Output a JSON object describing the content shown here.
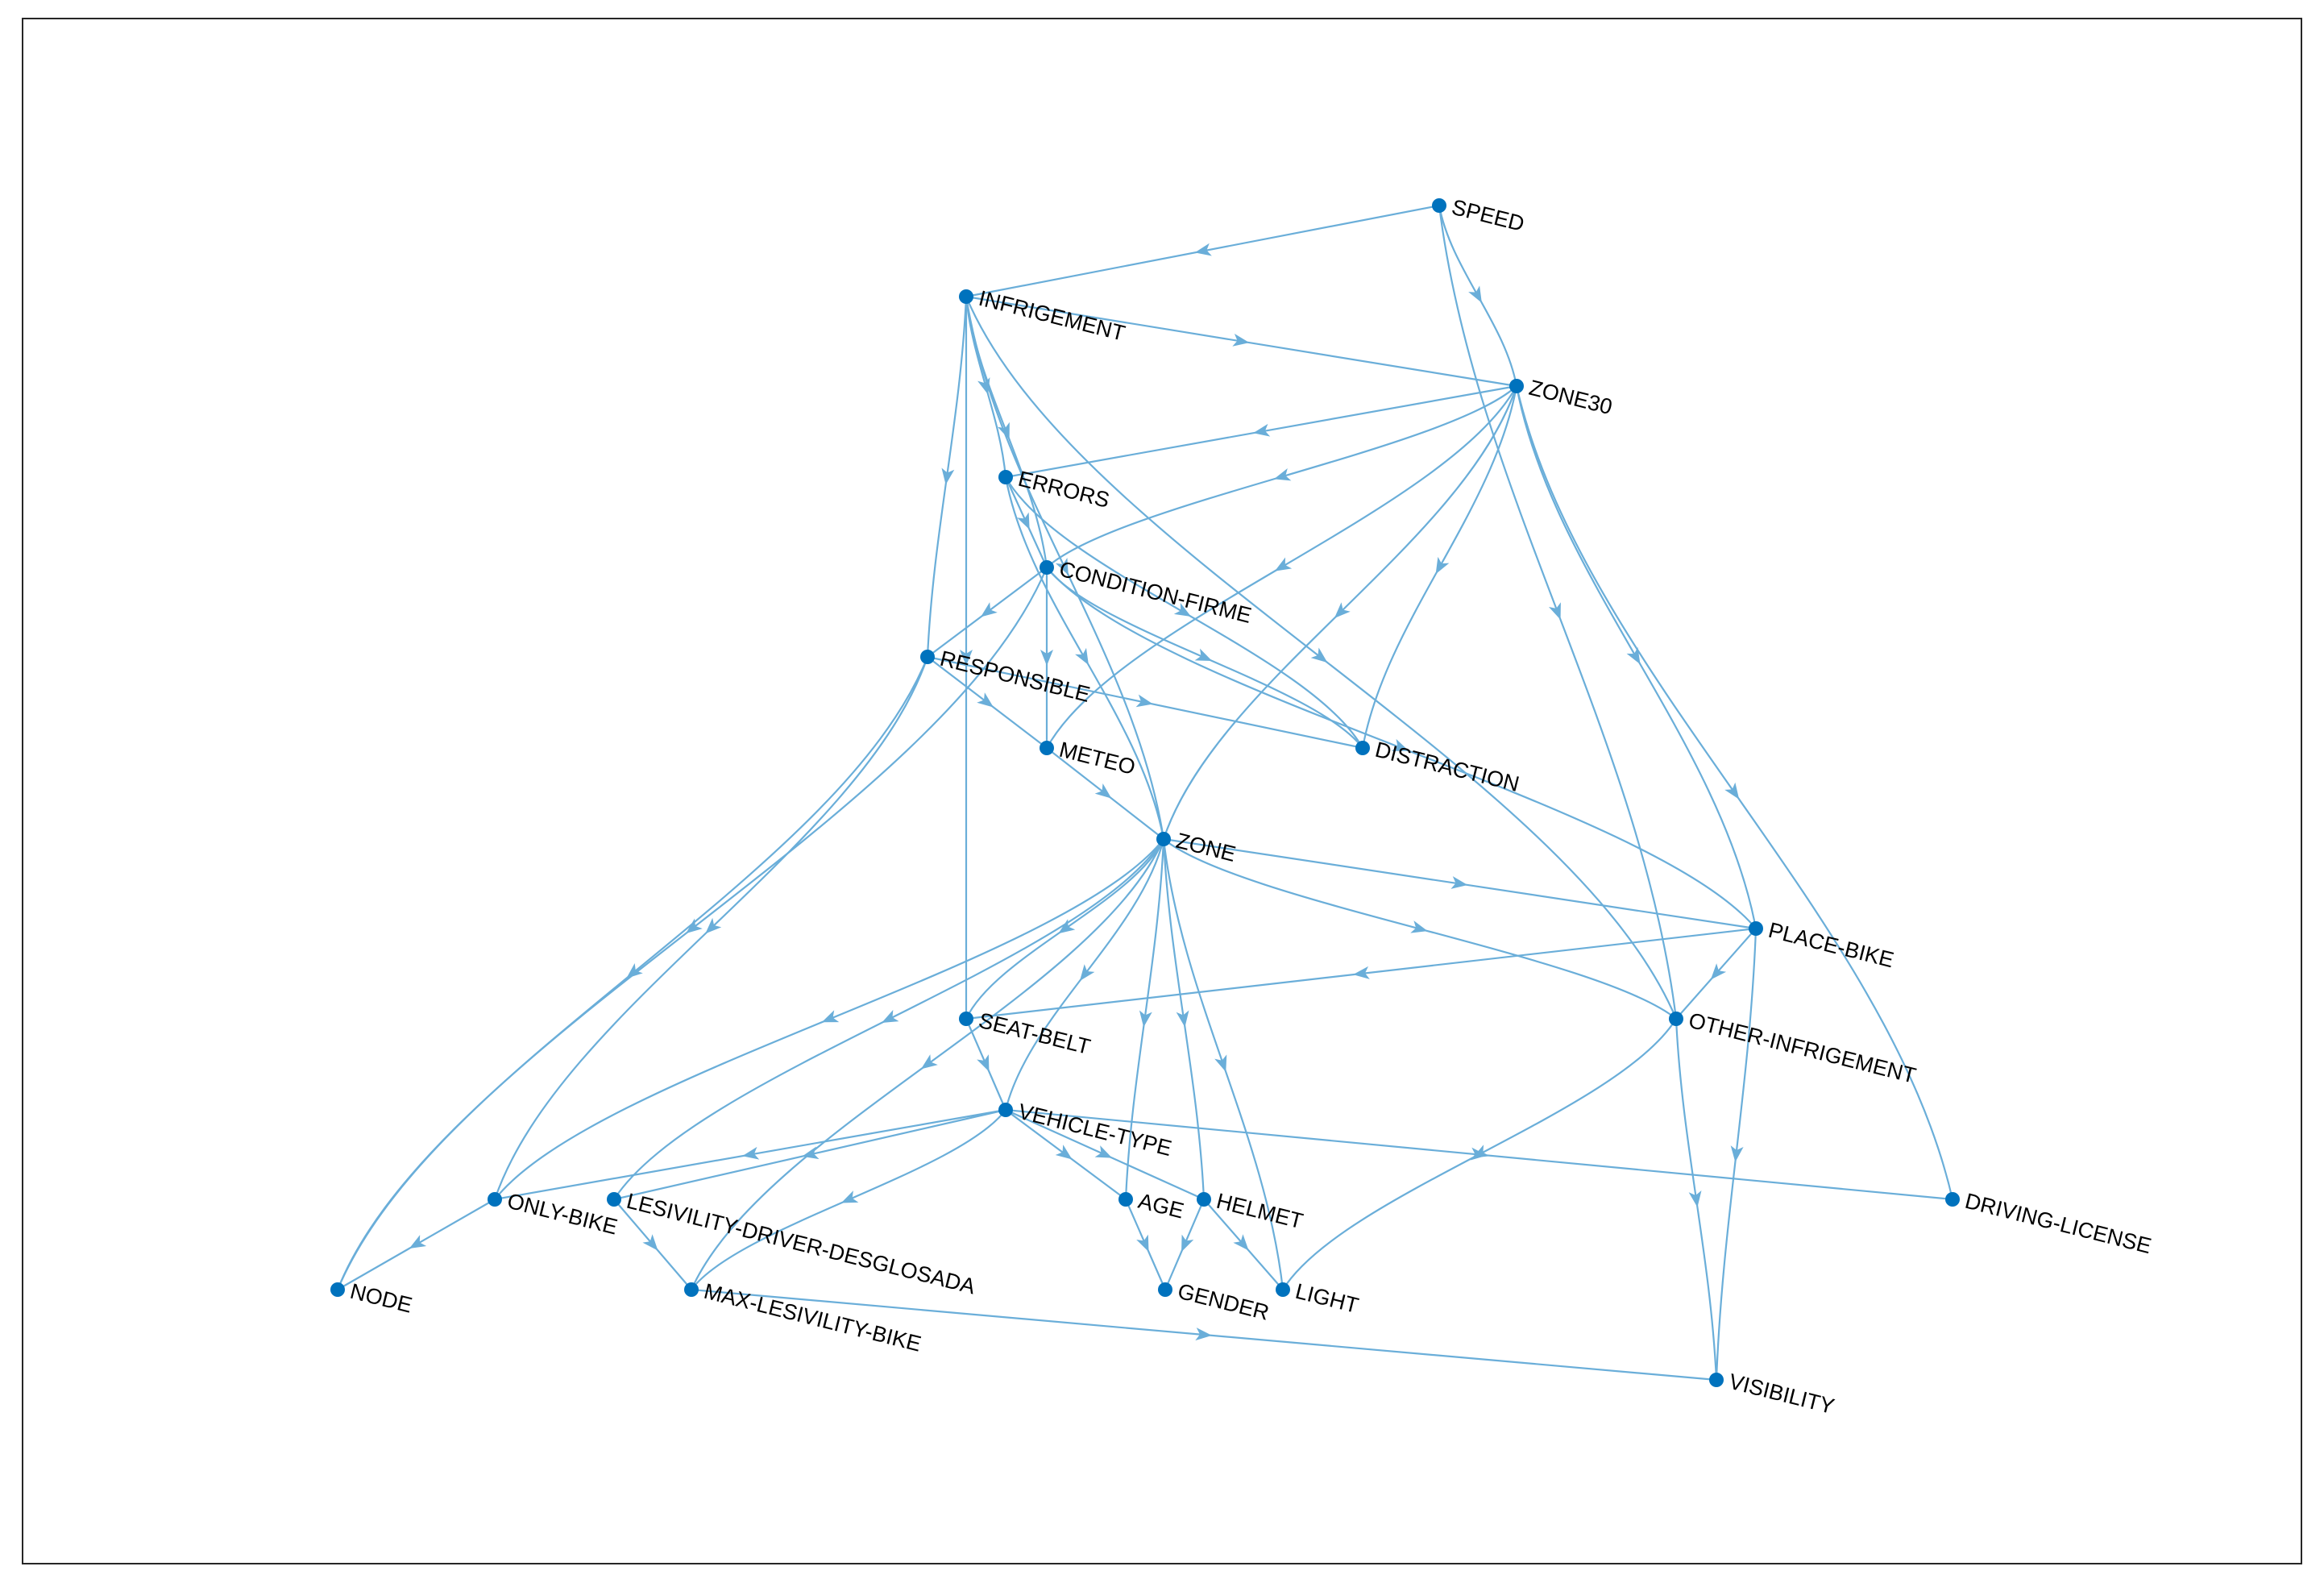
{
  "graph": {
    "colors": {
      "node": "#0072BD",
      "edge": "#6AAED9",
      "label": "#000000",
      "frame": "#262626"
    },
    "nodes": [
      {
        "id": "SPEED",
        "label": "SPEED"
      },
      {
        "id": "INFRIGEMENT",
        "label": "INFRIGEMENT"
      },
      {
        "id": "ZONE30",
        "label": "ZONE30"
      },
      {
        "id": "ERRORS",
        "label": "ERRORS"
      },
      {
        "id": "CONDITION-FIRME",
        "label": "CONDITION-FIRME"
      },
      {
        "id": "RESPONSIBLE",
        "label": "RESPONSIBLE"
      },
      {
        "id": "METEO",
        "label": "METEO"
      },
      {
        "id": "DISTRACTION",
        "label": "DISTRACTION"
      },
      {
        "id": "ZONE",
        "label": "ZONE"
      },
      {
        "id": "PLACE-BIKE",
        "label": "PLACE-BIKE"
      },
      {
        "id": "SEAT-BELT",
        "label": "SEAT-BELT"
      },
      {
        "id": "OTHER-INFRIGEMENT",
        "label": "OTHER-INFRIGEMENT"
      },
      {
        "id": "VEHICLE-TYPE",
        "label": "VEHICLE-TYPE"
      },
      {
        "id": "ONLY-BIKE",
        "label": "ONLY-BIKE"
      },
      {
        "id": "LESIVILITY-DRIVER-DESGLOSADA",
        "label": "LESIVILITY-DRIVER-DESGLOSADA"
      },
      {
        "id": "AGE",
        "label": "AGE"
      },
      {
        "id": "HELMET",
        "label": "HELMET"
      },
      {
        "id": "DRIVING-LICENSE",
        "label": "DRIVING-LICENSE"
      },
      {
        "id": "NODE",
        "label": "NODE"
      },
      {
        "id": "MAX-LESIVILITY-BIKE",
        "label": "MAX-LESIVILITY-BIKE"
      },
      {
        "id": "GENDER",
        "label": "GENDER"
      },
      {
        "id": "LIGHT",
        "label": "LIGHT"
      },
      {
        "id": "VISIBILITY",
        "label": "VISIBILITY"
      }
    ],
    "edges": [
      [
        "SPEED",
        "INFRIGEMENT"
      ],
      [
        "SPEED",
        "ZONE30"
      ],
      [
        "SPEED",
        "OTHER-INFRIGEMENT"
      ],
      [
        "INFRIGEMENT",
        "ZONE30"
      ],
      [
        "INFRIGEMENT",
        "ERRORS"
      ],
      [
        "INFRIGEMENT",
        "CONDITION-FIRME"
      ],
      [
        "INFRIGEMENT",
        "RESPONSIBLE"
      ],
      [
        "INFRIGEMENT",
        "ZONE"
      ],
      [
        "INFRIGEMENT",
        "SEAT-BELT"
      ],
      [
        "INFRIGEMENT",
        "OTHER-INFRIGEMENT"
      ],
      [
        "ZONE30",
        "ERRORS"
      ],
      [
        "ZONE30",
        "CONDITION-FIRME"
      ],
      [
        "ZONE30",
        "METEO"
      ],
      [
        "ZONE30",
        "DISTRACTION"
      ],
      [
        "ZONE30",
        "ZONE"
      ],
      [
        "ZONE30",
        "PLACE-BIKE"
      ],
      [
        "ZONE30",
        "DRIVING-LICENSE"
      ],
      [
        "ERRORS",
        "CONDITION-FIRME"
      ],
      [
        "ERRORS",
        "DISTRACTION"
      ],
      [
        "ERRORS",
        "ZONE"
      ],
      [
        "CONDITION-FIRME",
        "RESPONSIBLE"
      ],
      [
        "CONDITION-FIRME",
        "METEO"
      ],
      [
        "CONDITION-FIRME",
        "DISTRACTION"
      ],
      [
        "CONDITION-FIRME",
        "PLACE-BIKE"
      ],
      [
        "CONDITION-FIRME",
        "NODE"
      ],
      [
        "RESPONSIBLE",
        "METEO"
      ],
      [
        "RESPONSIBLE",
        "DISTRACTION"
      ],
      [
        "RESPONSIBLE",
        "ONLY-BIKE"
      ],
      [
        "RESPONSIBLE",
        "NODE"
      ],
      [
        "METEO",
        "ZONE"
      ],
      [
        "ZONE",
        "PLACE-BIKE"
      ],
      [
        "ZONE",
        "OTHER-INFRIGEMENT"
      ],
      [
        "ZONE",
        "SEAT-BELT"
      ],
      [
        "ZONE",
        "VEHICLE-TYPE"
      ],
      [
        "ZONE",
        "AGE"
      ],
      [
        "ZONE",
        "HELMET"
      ],
      [
        "ZONE",
        "LIGHT"
      ],
      [
        "ZONE",
        "ONLY-BIKE"
      ],
      [
        "ZONE",
        "LESIVILITY-DRIVER-DESGLOSADA"
      ],
      [
        "ZONE",
        "MAX-LESIVILITY-BIKE"
      ],
      [
        "PLACE-BIKE",
        "SEAT-BELT"
      ],
      [
        "PLACE-BIKE",
        "OTHER-INFRIGEMENT"
      ],
      [
        "PLACE-BIKE",
        "VISIBILITY"
      ],
      [
        "SEAT-BELT",
        "VEHICLE-TYPE"
      ],
      [
        "OTHER-INFRIGEMENT",
        "LIGHT"
      ],
      [
        "OTHER-INFRIGEMENT",
        "VISIBILITY"
      ],
      [
        "VEHICLE-TYPE",
        "AGE"
      ],
      [
        "VEHICLE-TYPE",
        "HELMET"
      ],
      [
        "VEHICLE-TYPE",
        "ONLY-BIKE"
      ],
      [
        "VEHICLE-TYPE",
        "LESIVILITY-DRIVER-DESGLOSADA"
      ],
      [
        "VEHICLE-TYPE",
        "MAX-LESIVILITY-BIKE"
      ],
      [
        "VEHICLE-TYPE",
        "DRIVING-LICENSE"
      ],
      [
        "ONLY-BIKE",
        "NODE"
      ],
      [
        "LESIVILITY-DRIVER-DESGLOSADA",
        "MAX-LESIVILITY-BIKE"
      ],
      [
        "AGE",
        "GENDER"
      ],
      [
        "HELMET",
        "GENDER"
      ],
      [
        "HELMET",
        "LIGHT"
      ],
      [
        "MAX-LESIVILITY-BIKE",
        "VISIBILITY"
      ]
    ]
  }
}
